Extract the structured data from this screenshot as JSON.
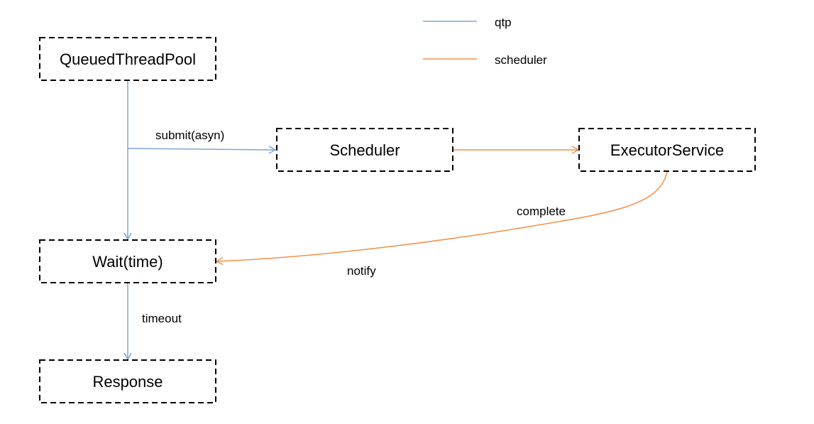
{
  "legend": {
    "items": [
      {
        "label": "qtp",
        "color": "#7ea6d4"
      },
      {
        "label": "scheduler",
        "color": "#f0904a"
      }
    ]
  },
  "nodes": {
    "queued_thread_pool": "QueuedThreadPool",
    "scheduler": "Scheduler",
    "executor_service": "ExecutorService",
    "wait": "Wait(time)",
    "response": "Response"
  },
  "edges": {
    "submit": "submit(asyn)",
    "complete": "complete",
    "notify": "notify",
    "timeout": "timeout"
  },
  "colors": {
    "qtp": "#7ea6d4",
    "scheduler": "#f0904a"
  }
}
